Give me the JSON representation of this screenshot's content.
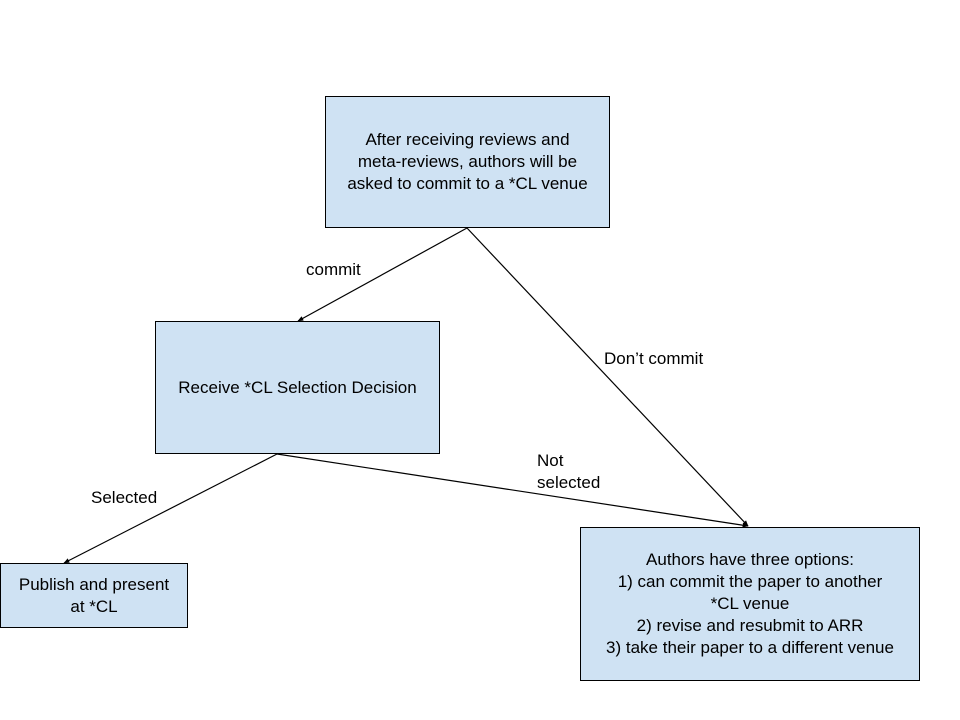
{
  "nodes": {
    "start": "After receiving reviews and\nmeta-reviews, authors will be\nasked to commit to a *CL venue",
    "decision": "Receive *CL Selection Decision",
    "publish": "Publish and present\nat *CL",
    "options": "Authors have three options:\n1) can commit the paper to another\n*CL venue\n2) revise and resubmit to ARR\n3) take their paper to a different venue"
  },
  "edges": {
    "commit": "commit",
    "dont_commit": "Don’t commit",
    "not_selected": "Not\nselected",
    "selected": "Selected"
  },
  "colors": {
    "node_fill": "#cfe2f3",
    "stroke": "#000000"
  }
}
